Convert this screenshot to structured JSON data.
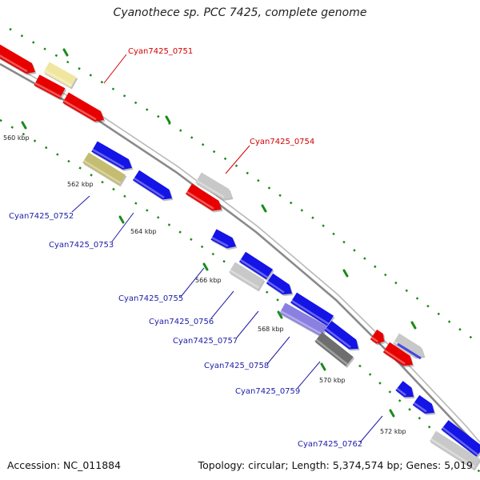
{
  "title": "Cyanothece sp. PCC 7425, complete genome",
  "accession": "Accession: NC_011884",
  "topology": "Topology: circular; Length: 5,374,574 bp; Genes: 5,019",
  "colors": {
    "forward": "#e80000",
    "reverse": "#1414e6",
    "gray": "#c8c8c8",
    "darkgray": "#6e6e6e",
    "khaki": "#c4bc70",
    "paleyellow": "#f0e6a0",
    "lavender": "#8a80e0",
    "tick": "#1a8a1a",
    "backbone": "#909090",
    "red_label": "#d40000",
    "blue_label": "#1c1ca8"
  },
  "ticks": [
    {
      "label": "560 kbp"
    },
    {
      "label": "562 kbp"
    },
    {
      "label": "564 kbp"
    },
    {
      "label": "566 kbp"
    },
    {
      "label": "568 kbp"
    },
    {
      "label": "570 kbp"
    },
    {
      "label": "572 kbp"
    }
  ],
  "gene_labels": [
    {
      "text": "Cyan7425_0751",
      "strand": "forward"
    },
    {
      "text": "Cyan7425_0754",
      "strand": "forward"
    },
    {
      "text": "Cyan7425_0752",
      "strand": "reverse"
    },
    {
      "text": "Cyan7425_0753",
      "strand": "reverse"
    },
    {
      "text": "Cyan7425_0755",
      "strand": "reverse"
    },
    {
      "text": "Cyan7425_0756",
      "strand": "reverse"
    },
    {
      "text": "Cyan7425_0757",
      "strand": "reverse"
    },
    {
      "text": "Cyan7425_0758",
      "strand": "reverse"
    },
    {
      "text": "Cyan7425_0759",
      "strand": "reverse"
    },
    {
      "text": "Cyan7425_0762",
      "strand": "reverse"
    }
  ]
}
